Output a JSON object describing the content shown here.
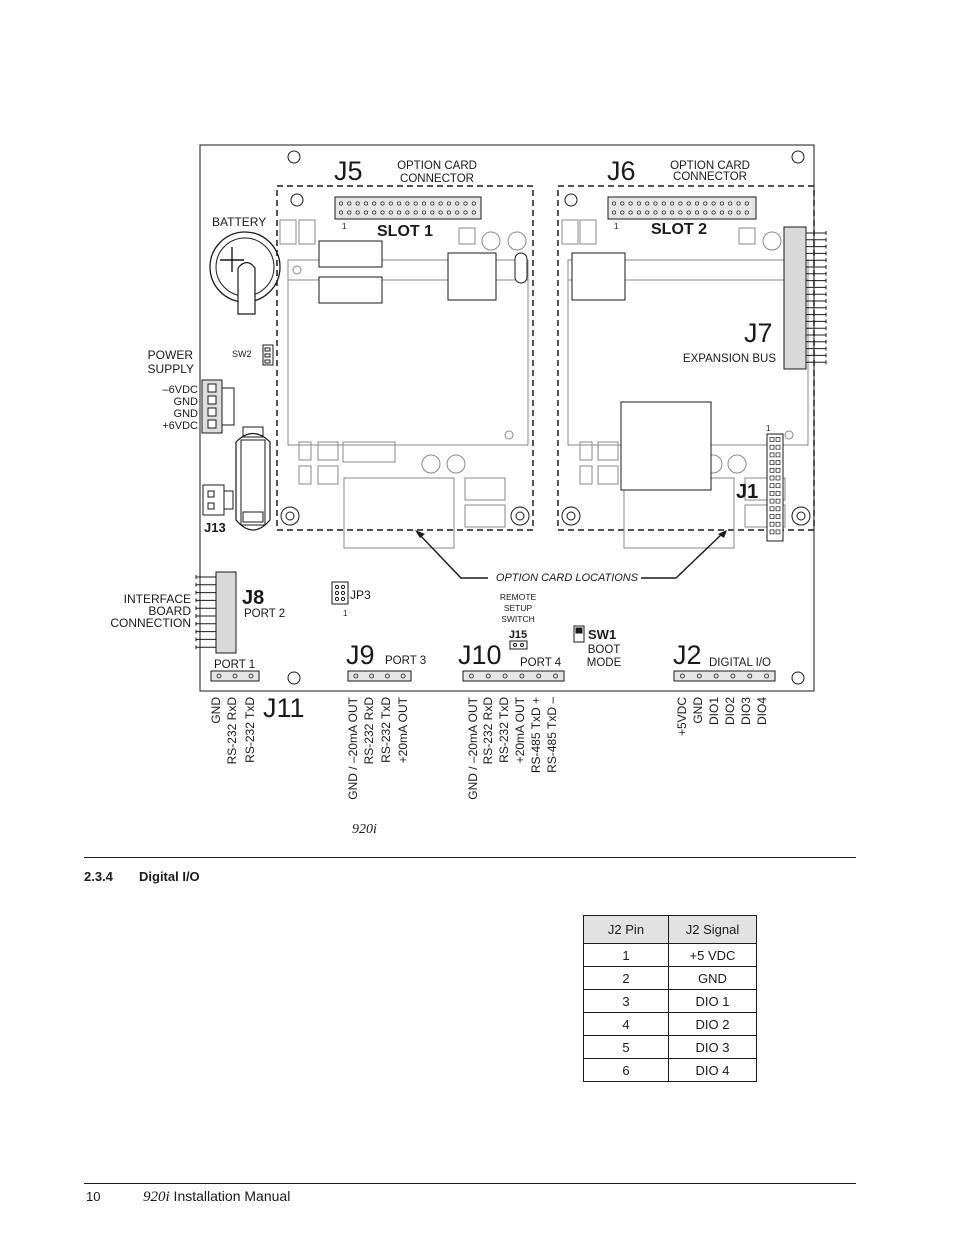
{
  "figure": {
    "caption": "920i",
    "connectors": {
      "j5": "J5",
      "j6": "J6",
      "j7": "J7",
      "j1": "J1",
      "j8": "J8",
      "j9": "J9",
      "j10": "J10",
      "j11": "J11",
      "j2": "J2",
      "j13": "J13",
      "j15": "J15",
      "sw1": "SW1",
      "sw2": "SW2",
      "jp3": "JP3"
    },
    "labels": {
      "option_card": "OPTION CARD",
      "connector": "CONNECTOR",
      "slot1": "SLOT 1",
      "slot2": "SLOT 2",
      "battery": "BATTERY",
      "power": "POWER",
      "supply": "SUPPLY",
      "v_neg6": "–6VDC",
      "gnd": "GND",
      "v_pos6": "+6VDC",
      "expansion_bus": "EXPANSION BUS",
      "interface": "INTERFACE",
      "board": "BOARD",
      "connection": "CONNECTION",
      "port1": "PORT 1",
      "port2": "PORT 2",
      "port3": "PORT 3",
      "port4": "PORT 4",
      "digital_io": "DIGITAL I/O",
      "option_card_locations": "OPTION CARD LOCATIONS",
      "remote": "REMOTE",
      "setup": "SETUP",
      "switch": "SWITCH",
      "boot": "BOOT",
      "mode": "MODE",
      "pin1": "1"
    },
    "pins": {
      "j11": [
        "GND",
        "RS-232 RxD",
        "RS-232 TxD"
      ],
      "j9": [
        "GND / –20mA OUT",
        "RS-232 RxD",
        "RS-232 TxD",
        "+20mA OUT"
      ],
      "j10": [
        "GND / –20mA OUT",
        "RS-232 RxD",
        "RS-232 TxD",
        "+20mA OUT",
        "RS-485 TxD +",
        "RS-485 TxD –"
      ],
      "j2": [
        "+5VDC",
        "GND",
        "DIO1",
        "DIO2",
        "DIO3",
        "DIO4"
      ]
    }
  },
  "section": {
    "number": "2.3.4",
    "title": "Digital I/O"
  },
  "table": {
    "headers": [
      "J2 Pin",
      "J2 Signal"
    ],
    "rows": [
      [
        "1",
        "+5 VDC"
      ],
      [
        "2",
        "GND"
      ],
      [
        "3",
        "DIO 1"
      ],
      [
        "4",
        "DIO 2"
      ],
      [
        "5",
        "DIO 3"
      ],
      [
        "6",
        "DIO 4"
      ]
    ]
  },
  "footer": {
    "page": "10",
    "title_italic": "920i",
    "title_rest": " Installation Manual"
  }
}
